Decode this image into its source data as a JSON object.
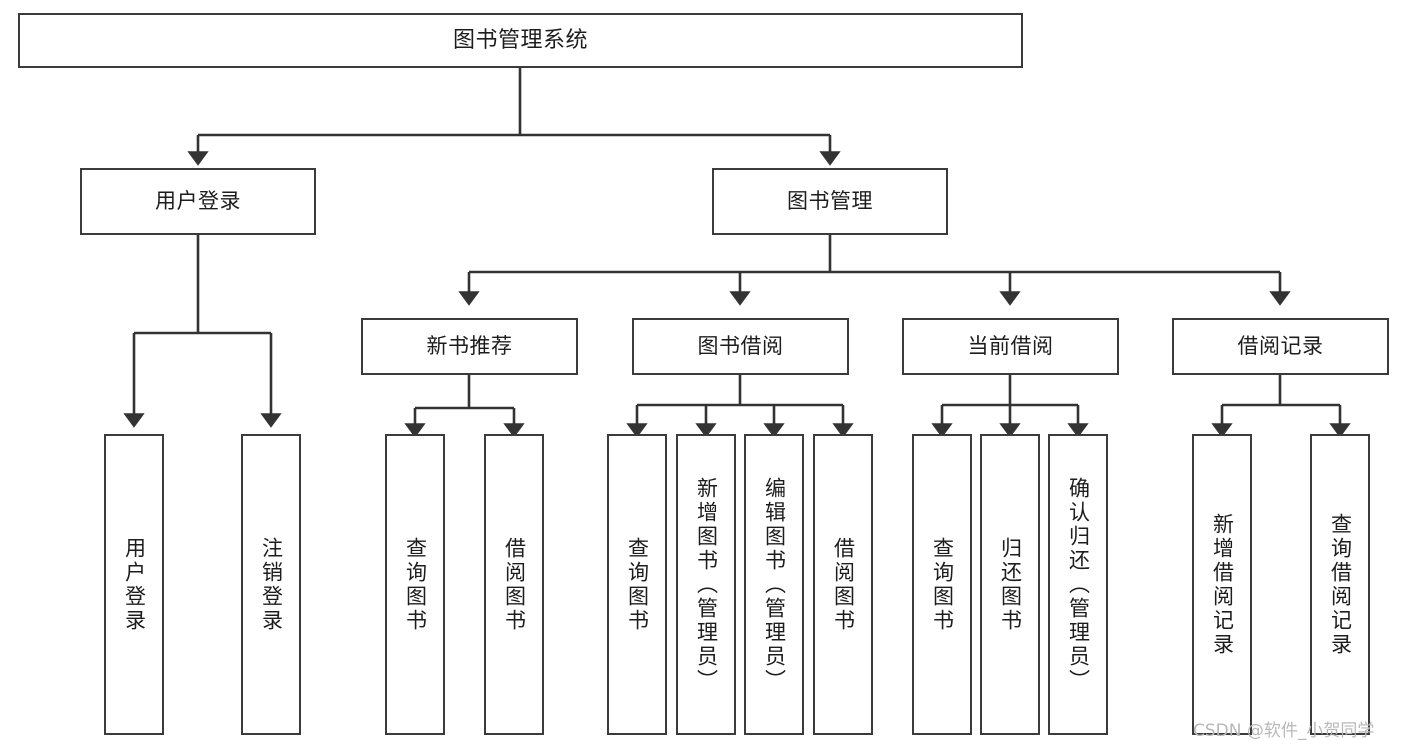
{
  "diagram": {
    "title": "图书管理系统",
    "type": "tree-hierarchy-chart",
    "orientation": "top-down",
    "colors": {
      "border": "#3b3b3b",
      "text": "#1d1d1d",
      "background": "#ffffff",
      "edge": "#333333",
      "watermark": "#b8b8b8"
    }
  },
  "nodes": {
    "root": {
      "label": "图书管理系统"
    },
    "level1": [
      {
        "label": "用户登录"
      },
      {
        "label": "图书管理"
      }
    ],
    "level2": [
      {
        "label": "新书推荐"
      },
      {
        "label": "图书借阅"
      },
      {
        "label": "当前借阅"
      },
      {
        "label": "借阅记录"
      }
    ],
    "leaves": {
      "user_login": [
        {
          "label": "用户登录"
        },
        {
          "label": "注销登录"
        }
      ],
      "new_book_recommend": [
        {
          "label": "查询图书"
        },
        {
          "label": "借阅图书"
        }
      ],
      "book_borrow": [
        {
          "label": "查询图书"
        },
        {
          "label": "新增图书（管理员）"
        },
        {
          "label": "编辑图书（管理员）"
        },
        {
          "label": "借阅图书"
        }
      ],
      "current_borrow": [
        {
          "label": "查询图书"
        },
        {
          "label": "归还图书"
        },
        {
          "label": "确认归还（管理员）"
        }
      ],
      "borrow_records": [
        {
          "label": "新增借阅记录"
        },
        {
          "label": "查询借阅记录"
        }
      ]
    }
  },
  "watermark": {
    "text": "CSDN @软件_小贺同学"
  }
}
